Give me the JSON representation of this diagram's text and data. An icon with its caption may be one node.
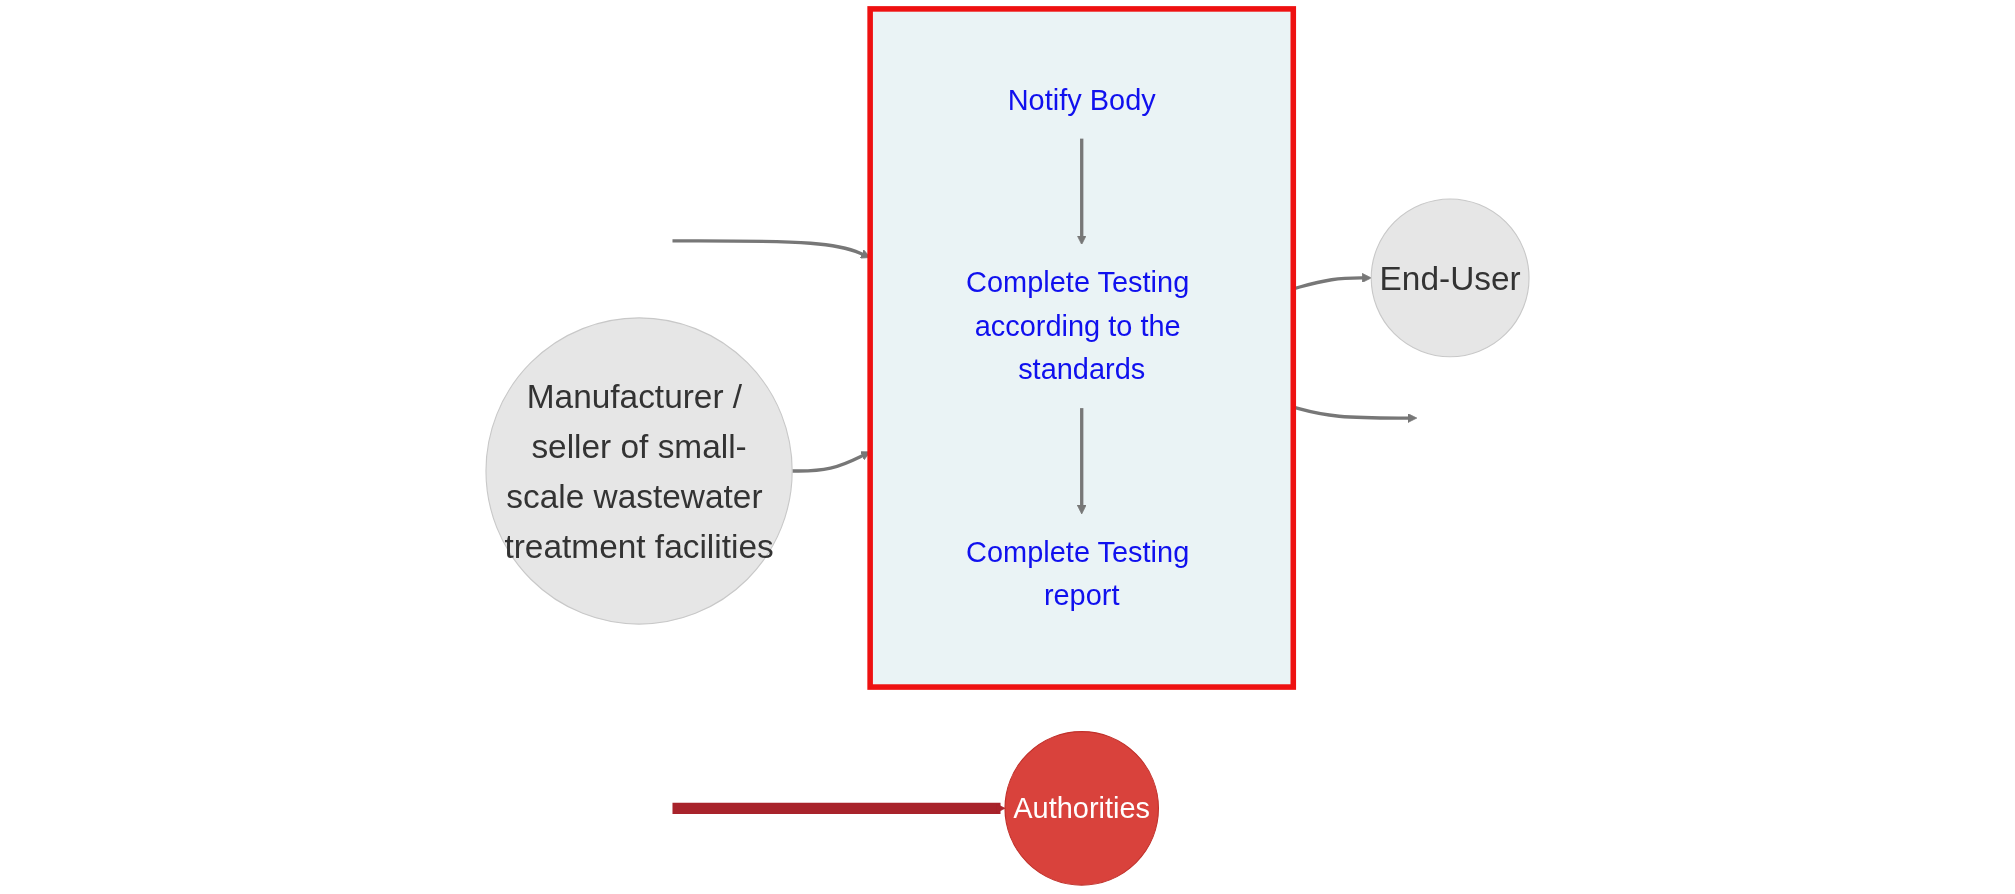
{
  "diagram": {
    "nodes": [
      {
        "text": [
          "Manufacturer / seller of small-scale wastewater treatment facilities"
        ]
      },
      {
        "text": [],
        "shape": "box"
      },
      {
        "text": [
          "Notify Body"
        ],
        "in": 1
      },
      {
        "text": [
          "Complete Testing according to the standards"
        ],
        "in": 1
      },
      {
        "text": [
          "Complete Testing report"
        ],
        "in": 1
      },
      {
        "text": [
          "End-User"
        ]
      },
      {
        "text": [
          "Authorities"
        ]
      }
    ],
    "edges": [
      {
        "from": null,
        "to": 1,
        "arrow": "to"
      },
      {
        "from": 0,
        "to": 1,
        "arrow": "to"
      },
      {
        "from": 2,
        "to": 3,
        "arrow": "to"
      },
      {
        "from": 3,
        "to": 4,
        "arrow": "to"
      },
      {
        "from": 1,
        "to": 5,
        "arrow": "to"
      },
      {
        "from": 1,
        "to": null,
        "arrow": "to"
      },
      {
        "from": null,
        "to": 6,
        "arrow": "to",
        "style": "thick",
        "color": "#a8232b"
      }
    ]
  }
}
